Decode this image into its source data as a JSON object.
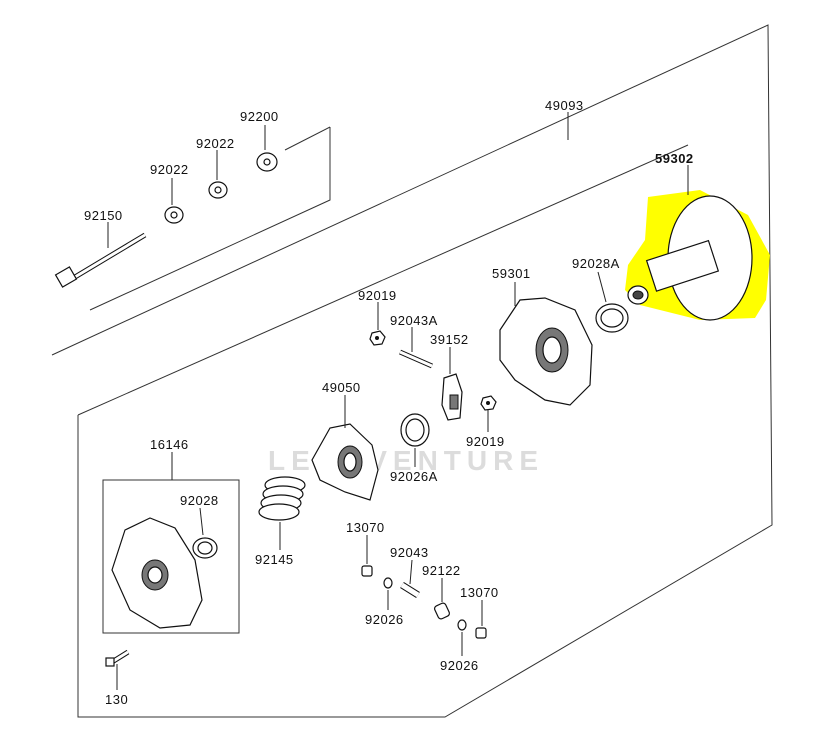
{
  "watermark": "LEADVENTURE",
  "highlight_color": "#ffff00",
  "labels": {
    "p92200": "92200",
    "p92022a": "92022",
    "p92022b": "92022",
    "p92150": "92150",
    "p49093": "49093",
    "p59302": "59302",
    "p59301": "59301",
    "p92028a": "92028A",
    "p92019a": "92019",
    "p92043a": "92043A",
    "p39152": "39152",
    "p92019b": "92019",
    "p49050": "49050",
    "p92026a": "92026A",
    "p16146": "16146",
    "p92028": "92028",
    "p92145": "92145",
    "p13070a": "13070",
    "p92043": "92043",
    "p92122": "92122",
    "p13070b": "13070",
    "p92026b": "92026",
    "p92026c": "92026",
    "p130": "130"
  }
}
